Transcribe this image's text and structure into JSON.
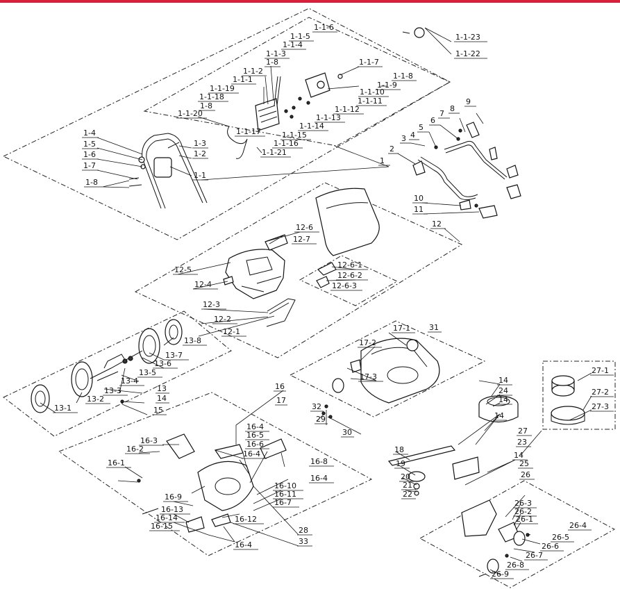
{
  "brand_color": "#d8203a",
  "labels": {
    "l1": "1",
    "l1_1": "1-1",
    "l1_2": "1-2",
    "l1_3": "1-3",
    "l1_4": "1-4",
    "l1_5": "1-5",
    "l1_6": "1-6",
    "l1_7": "1-7",
    "l1_8a": "1-8",
    "l1_8b": "1-8",
    "l1_8c": "1-8",
    "l1_1_1": "1-1-1",
    "l1_1_2": "1-1-2",
    "l1_1_3": "1-1-3",
    "l1_1_4": "1-1-4",
    "l1_1_5": "1-1-5",
    "l1_1_6": "1-1-6",
    "l1_1_7": "1-1-7",
    "l1_1_8": "1-1-8",
    "l1_1_9": "1-1-9",
    "l1_1_10": "1-1-10",
    "l1_1_11": "1-1-11",
    "l1_1_12": "1-1-12",
    "l1_1_13": "1-1-13",
    "l1_1_14": "1-1-14",
    "l1_1_15": "1-1-15",
    "l1_1_16": "1-1-16",
    "l1_1_17": "1-1-17",
    "l1_1_18": "1-1-18",
    "l1_1_19": "1-1-19",
    "l1_1_20": "1-1-20",
    "l1_1_21": "1-1-21",
    "l1_1_22": "1-1-22",
    "l1_1_23": "1-1-23",
    "l2": "2",
    "l3": "3",
    "l4": "4",
    "l5": "5",
    "l6": "6",
    "l7": "7",
    "l8": "8",
    "l9": "9",
    "l10": "10",
    "l11": "11",
    "l12": "12",
    "l12_1": "12-1",
    "l12_2": "12-2",
    "l12_3": "12-3",
    "l12_4": "12-4",
    "l12_5": "12-5",
    "l12_6": "12-6",
    "l12_7": "12-7",
    "l12_6_1": "12-6-1",
    "l12_6_2": "12-6-2",
    "l12_6_3": "12-6-3",
    "l13": "13",
    "l13_1": "13-1",
    "l13_2": "13-2",
    "l13_3": "13-3",
    "l13_4": "13-4",
    "l13_5": "13-5",
    "l13_6": "13-6",
    "l13_7": "13-7",
    "l13_8": "13-8",
    "l14a": "14",
    "l14b": "14",
    "l14c": "14",
    "l14d": "14",
    "l14e": "14",
    "l15": "15",
    "l16": "16",
    "l16_1": "16-1",
    "l16_2": "16-2",
    "l16_3": "16-3",
    "l16_4a": "16-4",
    "l16_4b": "16-4",
    "l16_4c": "16-4",
    "l16_4d": "16-4",
    "l16_5": "16-5",
    "l16_6": "16-6",
    "l16_7": "16-7",
    "l16_8": "16-8",
    "l16_9": "16-9",
    "l16_10": "16-10",
    "l16_11": "16-11",
    "l16_12": "16-12",
    "l16_13": "16-13",
    "l16_14": "16-14",
    "l16_15": "16-15",
    "l17": "17",
    "l17_1": "17-1",
    "l17_2": "17-2",
    "l17_3": "17-3",
    "l18": "18",
    "l19": "19",
    "l20": "20",
    "l21": "21",
    "l22": "22",
    "l23": "23",
    "l24": "24",
    "l25": "25",
    "l26": "26",
    "l26_1": "26-1",
    "l26_2": "26-2",
    "l26_3": "26-3",
    "l26_4": "26-4",
    "l26_5": "26-5",
    "l26_6": "26-6",
    "l26_7": "26-7",
    "l26_8": "26-8",
    "l26_9": "26-9",
    "l27": "27",
    "l27_1": "27-1",
    "l27_2": "27-2",
    "l27_3": "27-3",
    "l28": "28",
    "l29": "29",
    "l30": "30",
    "l31": "31",
    "l32": "32",
    "l33": "33"
  }
}
